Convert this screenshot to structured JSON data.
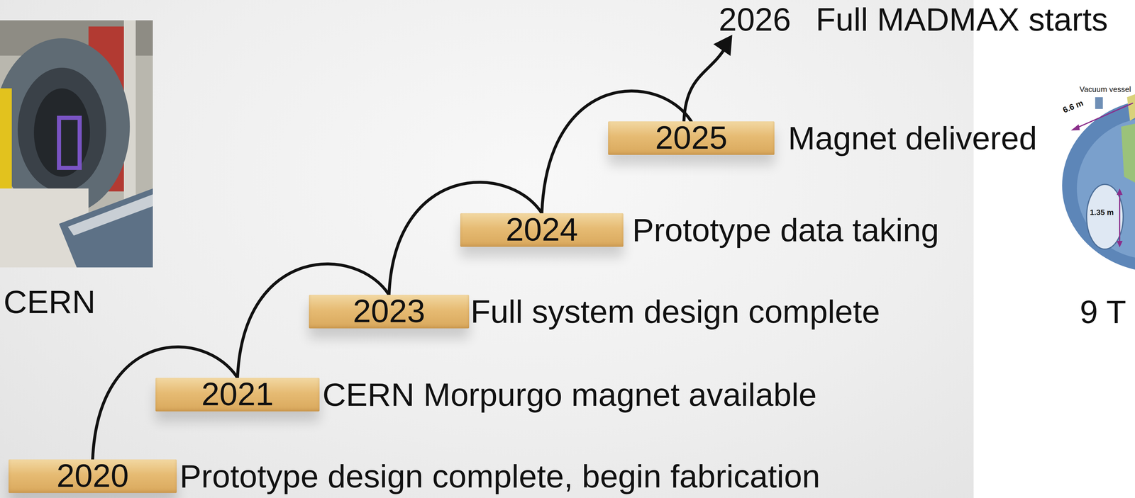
{
  "diagram": {
    "nodes": [
      {
        "text": [
          "2020",
          "Prototype design complete, begin fabrication"
        ]
      },
      {
        "text": [
          "2021",
          "CERN Morpurgo magnet available"
        ]
      },
      {
        "text": [
          "2023",
          "Full system design complete"
        ]
      },
      {
        "text": [
          "2024",
          "Prototype data taking"
        ]
      },
      {
        "text": [
          "2025",
          "Magnet delivered"
        ]
      }
    ],
    "edges": [
      {
        "from": 0,
        "to": 1,
        "arrow": "none"
      },
      {
        "from": 1,
        "to": 2,
        "arrow": "none"
      },
      {
        "from": 2,
        "to": 3,
        "arrow": "none"
      },
      {
        "from": 3,
        "to": 4,
        "arrow": "none"
      }
    ],
    "labels": [
      "2026",
      "Full MADMAX starts",
      "CERN",
      "Vacuum vessel",
      "6.6 m",
      "1.35 m",
      "9 T"
    ]
  }
}
